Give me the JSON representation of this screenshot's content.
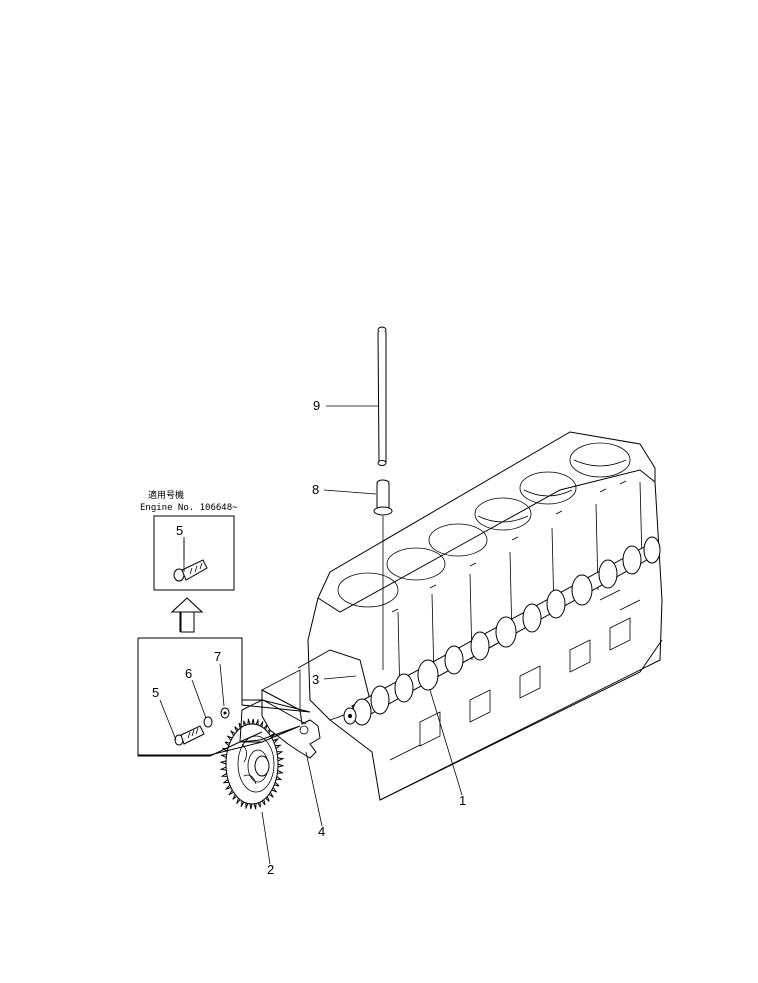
{
  "note": {
    "applicability_label": "適用号機",
    "engine_range": "Engine No. 106648~"
  },
  "callouts": {
    "camshaft": "1",
    "cam_gear": "2",
    "ref_3": "3",
    "thrust_plate": "4",
    "bolt_new": "5",
    "bolt_old": "5",
    "washer": "6",
    "washer_small": "7",
    "tappet": "8",
    "push_rod": "9"
  }
}
